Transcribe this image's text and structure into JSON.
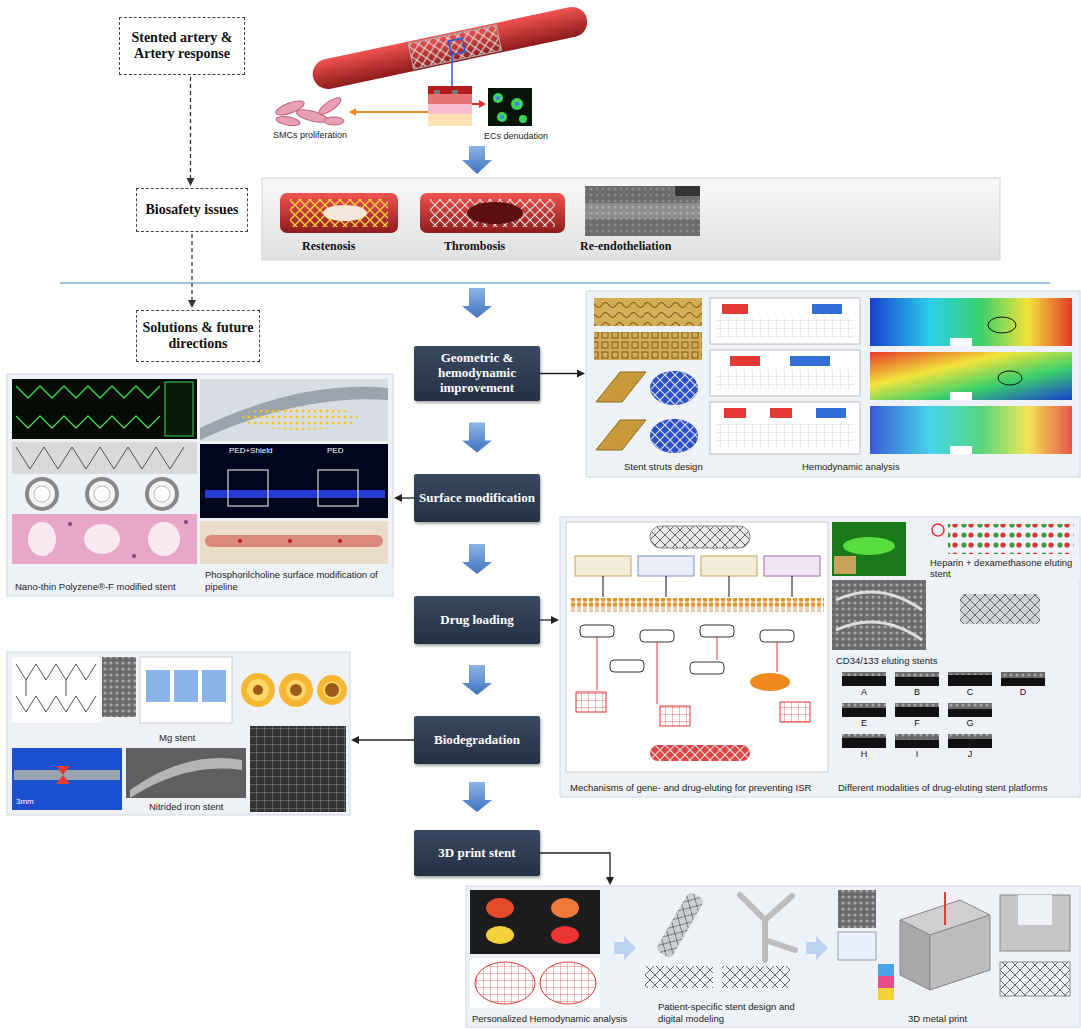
{
  "diagram": {
    "nodes": [
      {
        "text": [
          "Stented artery & Artery response"
        ]
      },
      {
        "text": [
          "Biosafety issues"
        ]
      },
      {
        "text": [
          "Solutions & future directions"
        ]
      },
      {
        "text": [
          "Restenosis",
          "Thrombosis",
          "Re-endotheliation"
        ]
      },
      {
        "text": [
          "Geometric & hemodynamic improvement"
        ]
      },
      {
        "text": [
          "Stent struts design",
          "Hemodynamic analysis"
        ]
      },
      {
        "text": [
          "Surface modification"
        ]
      },
      {
        "text": [
          "Nano-thin Polyzene®-F modified stent",
          "Phosphorilcholine surface modification of pipeline",
          "PED+Shield",
          "PED"
        ]
      },
      {
        "text": [
          "Drug loading"
        ]
      },
      {
        "text": [
          "Mechanisms of gene- and drug-eluting for preventing ISR",
          "CD34/133 eluting stents",
          "Heparin + dexamethasone eluting stent",
          "Different modalities of drug-eluting stent platforms"
        ]
      },
      {
        "text": [
          "Biodegradation"
        ]
      },
      {
        "text": [
          "Mg stent",
          "Nitrided iron stent"
        ]
      },
      {
        "text": [
          "3D print stent"
        ]
      },
      {
        "text": [
          "Personalized Hemodynamic analysis",
          "Patient-specific stent design and digital modeling",
          "3D metal print"
        ]
      }
    ],
    "edges": [
      {
        "from": 0,
        "to": 1,
        "arrow": "to"
      },
      {
        "from": 1,
        "to": 2,
        "arrow": "to"
      },
      {
        "from": 3,
        "to": 4,
        "arrow": "to"
      },
      {
        "from": 4,
        "to": 6,
        "arrow": "to"
      },
      {
        "from": 6,
        "to": 8,
        "arrow": "to"
      },
      {
        "from": 8,
        "to": 10,
        "arrow": "to"
      },
      {
        "from": 10,
        "to": 12,
        "arrow": "to"
      },
      {
        "from": 4,
        "to": 5,
        "arrow": "to"
      },
      {
        "from": 6,
        "to": 7,
        "arrow": "to"
      },
      {
        "from": 8,
        "to": 9,
        "arrow": "to"
      },
      {
        "from": 10,
        "to": 11,
        "arrow": "to"
      },
      {
        "from": 12,
        "to": 13,
        "arrow": "to"
      }
    ],
    "labels": [
      "SMCs proliferation",
      "ECs denudation",
      "A",
      "B",
      "C",
      "D",
      "E",
      "F",
      "G",
      "H",
      "I",
      "J",
      "3mm"
    ]
  }
}
